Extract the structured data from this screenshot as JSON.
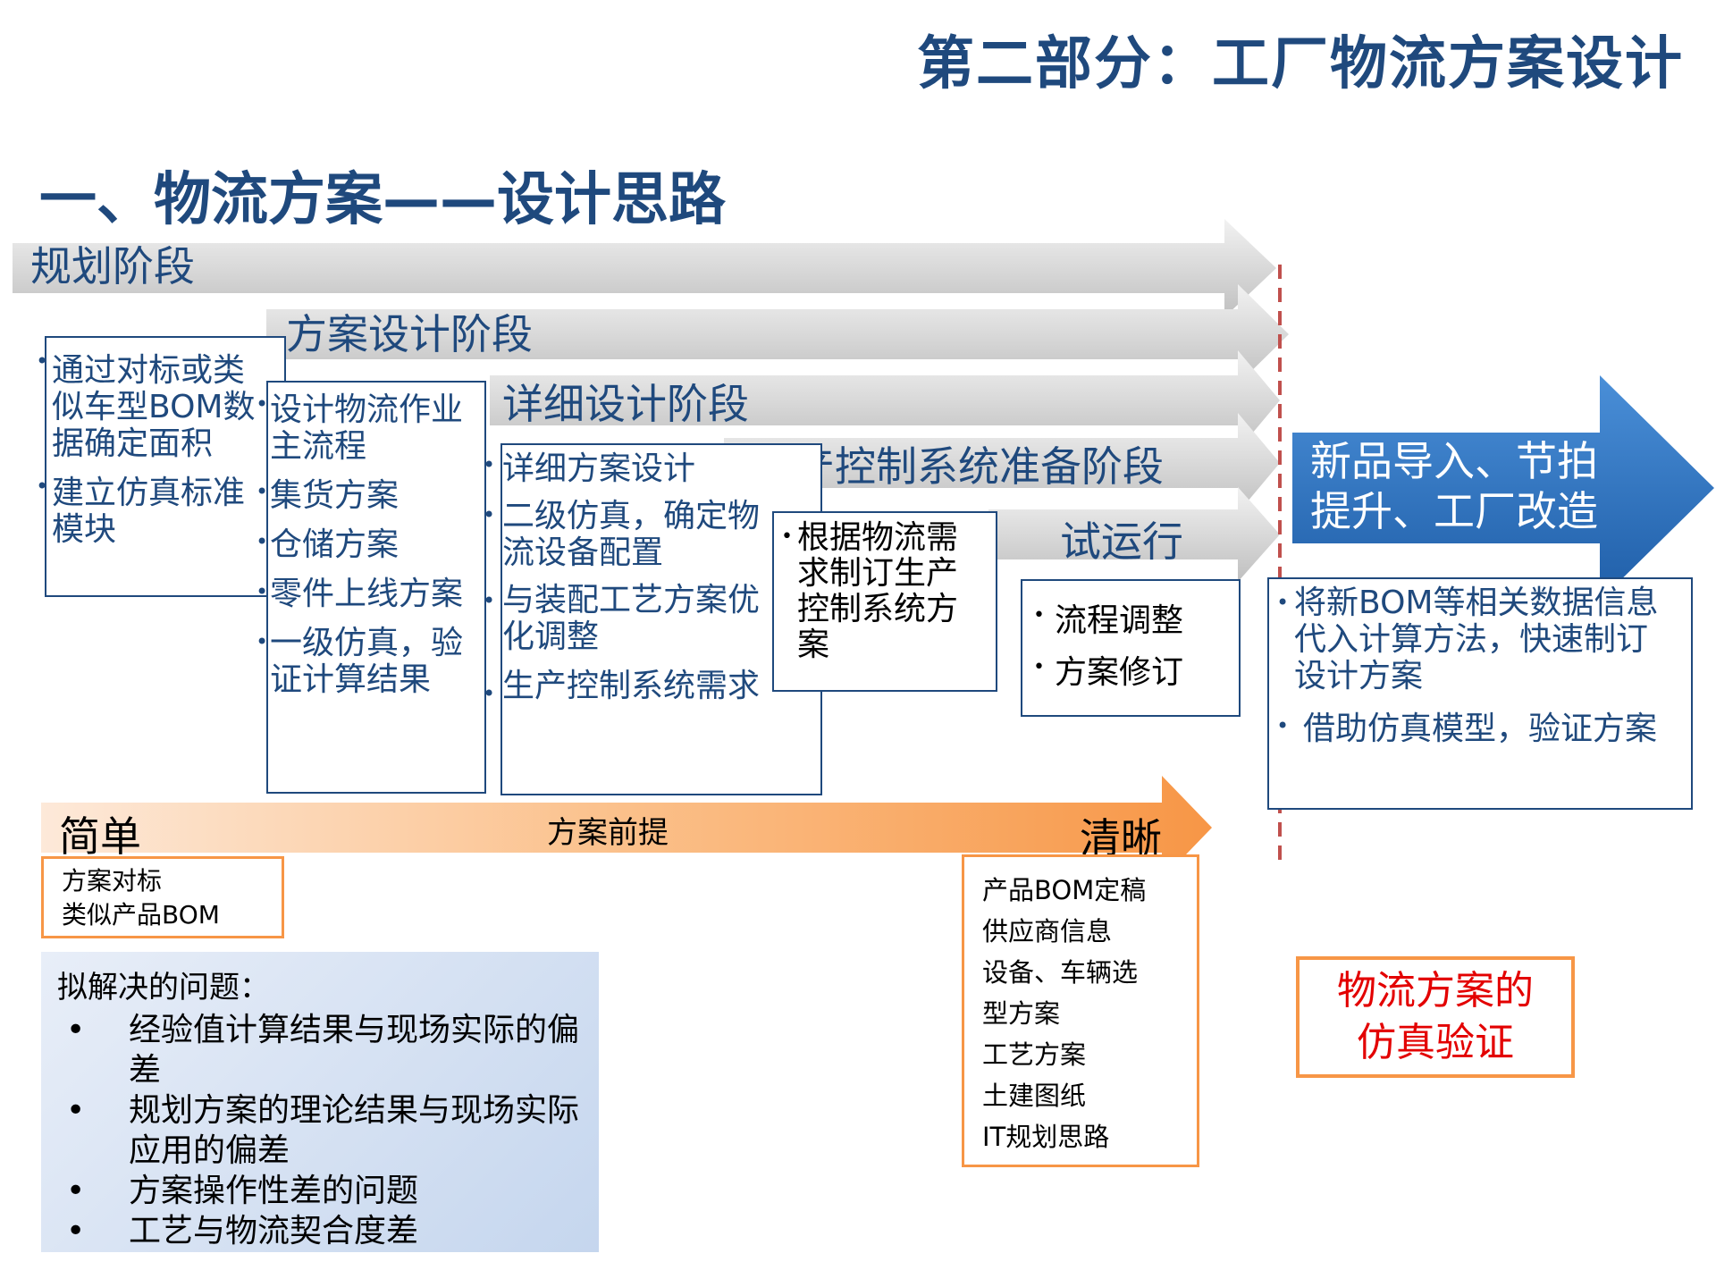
{
  "header": {
    "title": "第二部分：工厂物流方案设计",
    "subtitle": "一、物流方案——设计思路"
  },
  "stages": {
    "planning": "规划阶段",
    "scheme_design": "方案设计阶段",
    "detail_design": "详细设计阶段",
    "production_control": "生产控制系统准备阶段",
    "trial_run": "试运行"
  },
  "blue_arrow": {
    "line1": "新品导入、节拍",
    "line2": "提升、工厂改造"
  },
  "boxes": {
    "planning_items": [
      "通过对标或类似车型BOM数据确定面积",
      "建立仿真标准模块"
    ],
    "planning_lines": [
      "通过对标或类",
      "似车型BOM数",
      "据确定面积",
      "建立仿真标准",
      "模块"
    ],
    "scheme_lines": [
      "设计物流作业",
      "主流程",
      "集货方案",
      "仓储方案",
      "零件上线方案",
      "一级仿真，验",
      "证计算结果"
    ],
    "detail_lines": [
      "详细方案设计",
      "二级仿真，确定物",
      "流设备配置",
      "与装配工艺方案优",
      "化调整",
      "生产控制系统需求"
    ],
    "production_lines": [
      "根据物流需",
      "求制订生产",
      "控制系统方",
      "案"
    ],
    "trial_items": [
      "流程调整",
      "方案修订"
    ],
    "new_product_lines": [
      "将新BOM等相关数据信息",
      "代入计算方法，快速制订",
      "设计方案",
      "借助仿真模型，验证方案"
    ]
  },
  "orange_arrow": {
    "left": "简单",
    "middle": "方案前提",
    "right": "清晰"
  },
  "premise_left": [
    "方案对标",
    "类似产品BOM"
  ],
  "premise_right": [
    "产品BOM定稿",
    "供应商信息",
    "设备、车辆选",
    "型方案",
    "工艺方案",
    "土建图纸",
    "IT规划思路"
  ],
  "problems": {
    "heading": "拟解决的问题：",
    "items": [
      [
        "经验值计算结果与现场实际的偏",
        "差"
      ],
      [
        "规划方案的理论结果与现场实际",
        "应用的偏差"
      ],
      [
        "方案操作性差的问题"
      ],
      [
        "工艺与物流契合度差"
      ]
    ]
  },
  "simulation_box": [
    "物流方案的",
    "仿真验证"
  ],
  "colors": {
    "title_blue": "#1F497D",
    "orange": "#F79646",
    "red": "#E30000",
    "arrow_blue": "#2E6DB4",
    "gray_arrow": "#D9D9D9"
  }
}
